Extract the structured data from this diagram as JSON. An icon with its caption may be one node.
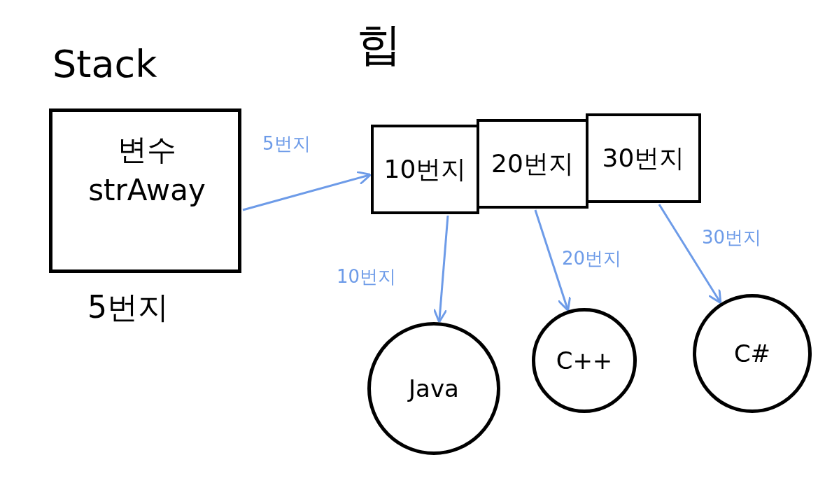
{
  "diagram": {
    "nodes": [
      {
        "text": [
          "Stack",
          "변수 strAway"
        ],
        "beside": [
          "5번지"
        ]
      },
      {
        "text": [
          "힙"
        ]
      },
      {
        "text": [
          "10번지"
        ],
        "in": 1
      },
      {
        "text": [
          "20번지"
        ],
        "in": 1
      },
      {
        "text": [
          "30번지"
        ],
        "in": 1
      },
      {
        "text": [
          "Java"
        ]
      },
      {
        "text": [
          "C++"
        ]
      },
      {
        "text": [
          "C#"
        ]
      }
    ],
    "edges": [
      {
        "from": 0,
        "to": 2,
        "arrow": "to",
        "label": "5번지"
      },
      {
        "from": 2,
        "to": 5,
        "arrow": "to",
        "label": "10번지"
      },
      {
        "from": 3,
        "to": 6,
        "arrow": "to",
        "label": "20번지"
      },
      {
        "from": 4,
        "to": 7,
        "arrow": "to",
        "label": "30번지"
      }
    ]
  }
}
